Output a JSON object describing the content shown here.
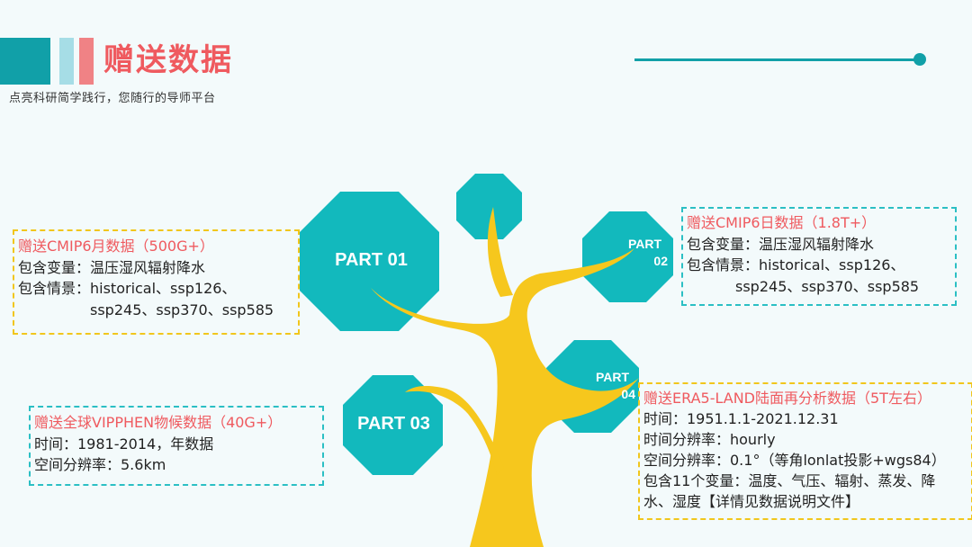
{
  "header": {
    "title": "赠送数据",
    "subtitle": "点亮科研简学践行，您随行的导师平台"
  },
  "parts": {
    "p1": "PART 01",
    "p2_line1": "PART",
    "p2_line2": "02",
    "p3": "PART 03",
    "p4_line1": "PART",
    "p4_line2": "04"
  },
  "boxes": {
    "cmip6_month": {
      "title": "赠送CMIP6月数据（500G+）",
      "line1": "包含变量：温压湿风辐射降水",
      "line2": "包含情景：historical、ssp126、",
      "line3": "ssp245、ssp370、ssp585"
    },
    "cmip6_day": {
      "title": "赠送CMIP6日数据（1.8T+）",
      "line1": "包含变量：温压湿风辐射降水",
      "line2": "包含情景：historical、ssp126、",
      "line3": "ssp245、ssp370、ssp585"
    },
    "vipphen": {
      "title": "赠送全球VIPPHEN物候数据（40G+）",
      "line1": "时间：1981-2014，年数据",
      "line2": "空间分辨率：5.6km"
    },
    "era5": {
      "title": "赠送ERA5-LAND陆面再分析数据（5T左右）",
      "line1": "时间：1951.1.1-2021.12.31",
      "line2": "时间分辨率：hourly",
      "line3": "空间分辨率：0.1°（等角lonlat投影+wgs84）",
      "line4": "包含11个变量：温度、气压、辐射、蒸发、降",
      "line5": "水、湿度【详情见数据说明文件】"
    }
  },
  "colors": {
    "teal": "#11a0a8",
    "octagon": "#12b9bd",
    "trunk": "#f6c71d",
    "accent_red": "#ef5a5f"
  }
}
